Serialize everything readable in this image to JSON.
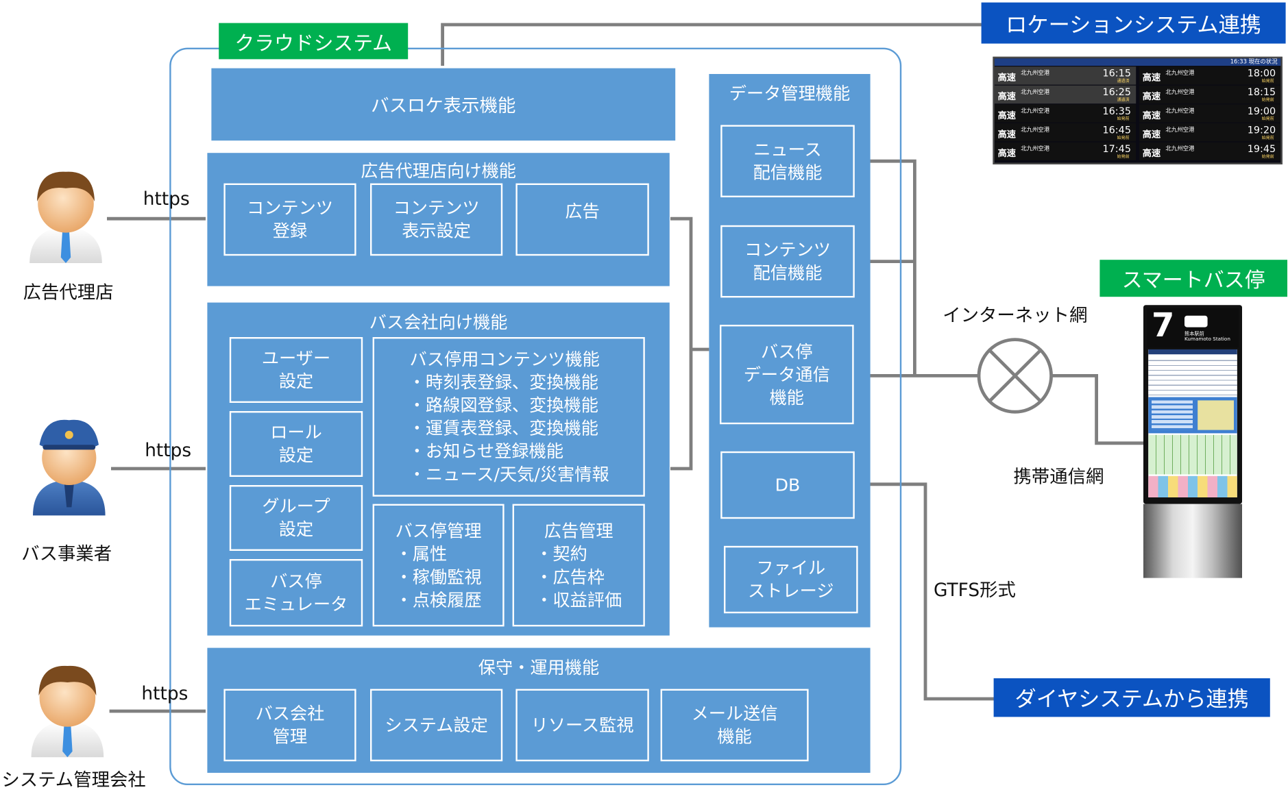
{
  "cloud": {
    "title": "クラウドシステム"
  },
  "busloc": {
    "label": "バスロケ表示機能"
  },
  "adagency": {
    "title": "広告代理店向け機能",
    "items": [
      {
        "lines": [
          "コンテンツ",
          "登録"
        ]
      },
      {
        "lines": [
          "コンテンツ",
          "表示設定"
        ]
      },
      {
        "lines": [
          "広告"
        ]
      }
    ]
  },
  "buscompany": {
    "title": "バス会社向け機能",
    "left_items": [
      {
        "lines": [
          "ユーザー",
          "設定"
        ]
      },
      {
        "lines": [
          "ロール",
          "設定"
        ]
      },
      {
        "lines": [
          "グループ",
          "設定"
        ]
      },
      {
        "lines": [
          "バス停",
          "エミュレータ"
        ]
      }
    ],
    "content": {
      "title": "バス停用コンテンツ機能",
      "items": [
        "・時刻表登録、変換機能",
        "・路線図登録、変換機能",
        "・運賃表登録、変換機能",
        "・お知らせ登録機能",
        "・ニュース/天気/災害情報"
      ]
    },
    "stopmgmt": {
      "title": "バス停管理",
      "items": [
        "・属性",
        "・稼働監視",
        "・点検履歴"
      ]
    },
    "admgmt": {
      "title": "広告管理",
      "items": [
        "・契約",
        "・広告枠",
        "・収益評価"
      ]
    }
  },
  "maintenance": {
    "title": "保守・運用機能",
    "items": [
      {
        "lines": [
          "バス会社",
          "管理"
        ]
      },
      {
        "lines": [
          "システム設定"
        ]
      },
      {
        "lines": [
          "リソース監視"
        ]
      },
      {
        "lines": [
          "メール送信",
          "機能"
        ]
      }
    ]
  },
  "datamgmt": {
    "title": "データ管理機能",
    "items": [
      {
        "lines": [
          "ニュース",
          "配信機能"
        ]
      },
      {
        "lines": [
          "コンテンツ",
          "配信機能"
        ]
      },
      {
        "lines": [
          "バス停",
          "データ通信",
          "機能"
        ]
      },
      {
        "lines": [
          "DB"
        ]
      },
      {
        "lines": [
          "ファイル",
          "ストレージ"
        ]
      }
    ]
  },
  "actors": [
    {
      "name": "広告代理店",
      "protocol": "https"
    },
    {
      "name": "バス事業者",
      "protocol": "https"
    },
    {
      "name": "システム管理会社",
      "protocol": "https"
    }
  ],
  "network": {
    "internet": "インターネット網",
    "mobile": "携帯通信網",
    "gtfs": "GTFS形式"
  },
  "external": {
    "location": "ロケーションシステム連携",
    "smartstop": "スマートバス停",
    "dia": "ダイヤシステムから連携"
  },
  "departure_board": {
    "header_time": "16:33 現在の状況",
    "rows": [
      {
        "type": "高速",
        "dest": "北九州空港",
        "time": "16:15",
        "status": "通過済",
        "type2": "高速",
        "dest2": "北九州空港",
        "time2": "18:00",
        "status2": "始発前"
      },
      {
        "type": "高速",
        "dest": "北九州空港",
        "time": "16:25",
        "status": "通過済",
        "type2": "高速",
        "dest2": "北九州空港",
        "time2": "18:15",
        "status2": "始発前"
      },
      {
        "type": "高速",
        "dest": "北九州空港",
        "time": "16:35",
        "status": "始発前",
        "type2": "高速",
        "dest2": "北九州空港",
        "time2": "19:00",
        "status2": "始発前"
      },
      {
        "type": "高速",
        "dest": "北九州空港",
        "time": "16:45",
        "status": "始発前",
        "type2": "高速",
        "dest2": "北九州空港",
        "time2": "19:20",
        "status2": "始発前"
      },
      {
        "type": "高速",
        "dest": "北九州空港",
        "time": "17:45",
        "status": "始発前",
        "type2": "高速",
        "dest2": "北九州空港",
        "time2": "19:45",
        "status2": "始発前"
      }
    ]
  },
  "smart_stop_screen": {
    "number": "7",
    "station_jp": "熊本駅前",
    "station_en": "Kumamoto Station"
  },
  "colors": {
    "box": "#5b9bd5",
    "line": "#7f7f7f",
    "green": "#00b050",
    "blue": "#0b53c1",
    "cloud_border": "#5b9bd5"
  },
  "icons": [
    "person-icon",
    "bus-driver-icon",
    "bus-icon",
    "internet-cross-icon"
  ]
}
